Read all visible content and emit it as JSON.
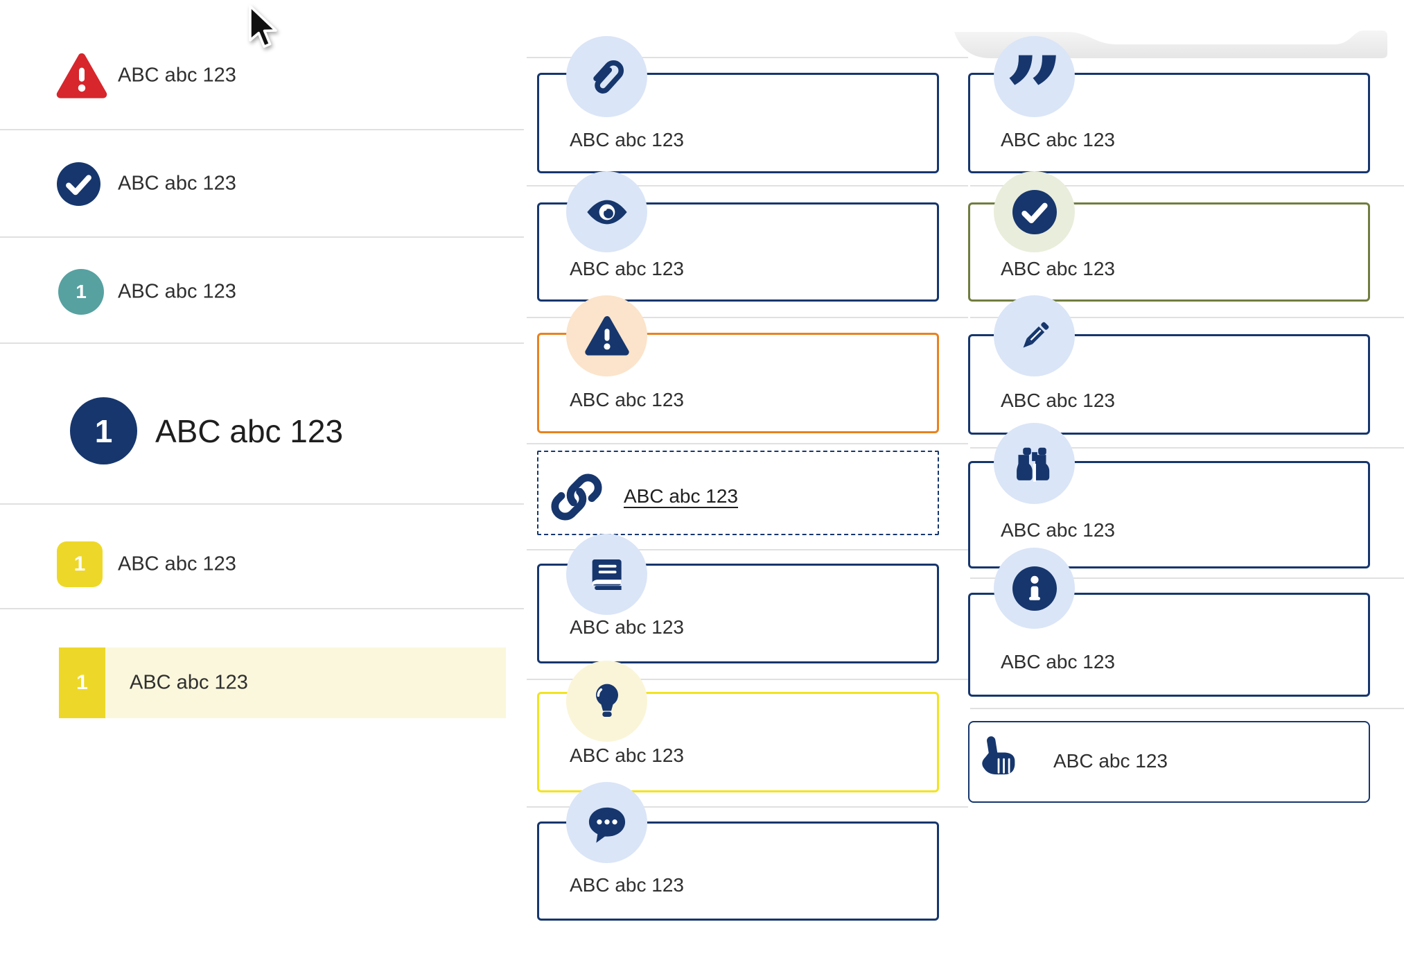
{
  "colors": {
    "navy": "#16366d",
    "orange": "#e8821e",
    "yellow": "#f2e320",
    "olive": "#707d3f",
    "red": "#d7262c",
    "teal": "#57a1a1",
    "badgeyellow": "#edd829",
    "highlight": "#faf7dc",
    "circleblue": "#dae5f7",
    "circlepeach": "#fbe4cb",
    "circleyellow": "#faf5d8",
    "circlesage": "#e9eddb",
    "divider": "#e0e0e0",
    "greybar": "#ececec"
  },
  "left_list": {
    "items": [
      {
        "icon": "alert-triangle-icon",
        "label": "ABC abc 123"
      },
      {
        "icon": "check-circle-icon",
        "label": "ABC abc 123"
      },
      {
        "icon": "step-badge-teal",
        "badge": "1",
        "label": "ABC abc 123"
      },
      {
        "icon": "step-badge-navy-large",
        "badge": "1",
        "label": "ABC abc 123"
      },
      {
        "icon": "step-badge-yellow",
        "badge": "1",
        "label": "ABC abc 123"
      },
      {
        "icon": "step-badge-yellow-selected",
        "badge": "1",
        "label": "ABC abc 123",
        "highlighted": true
      }
    ]
  },
  "middle_column": {
    "cards": [
      {
        "icon": "paperclip-icon",
        "style": "navy",
        "label": "ABC abc 123"
      },
      {
        "icon": "eye-icon",
        "style": "navy",
        "label": "ABC abc 123"
      },
      {
        "icon": "warning-icon",
        "style": "orange",
        "label": "ABC abc 123"
      },
      {
        "icon": "link-icon",
        "style": "dashed",
        "label": "ABC abc 123",
        "is_link": true
      },
      {
        "icon": "book-icon",
        "style": "navy",
        "label": "ABC abc 123"
      },
      {
        "icon": "lightbulb-icon",
        "style": "yellow",
        "label": "ABC abc 123"
      },
      {
        "icon": "chat-icon",
        "style": "navy",
        "label": "ABC abc 123"
      }
    ]
  },
  "right_column": {
    "cards": [
      {
        "icon": "quote-icon",
        "style": "navy",
        "label": "ABC abc 123"
      },
      {
        "icon": "check-circle-icon",
        "style": "olive",
        "label": "ABC abc 123"
      },
      {
        "icon": "pencil-icon",
        "style": "navy",
        "label": "ABC abc 123"
      },
      {
        "icon": "binoculars-icon",
        "style": "navy",
        "label": "ABC abc 123"
      },
      {
        "icon": "info-icon",
        "style": "navy",
        "label": "ABC abc 123"
      },
      {
        "icon": "pointing-hand-icon",
        "style": "navy-thin",
        "label": "ABC abc 123"
      }
    ]
  },
  "cursor": {
    "icon": "arrow-cursor-icon"
  },
  "quote_glyph": "”"
}
